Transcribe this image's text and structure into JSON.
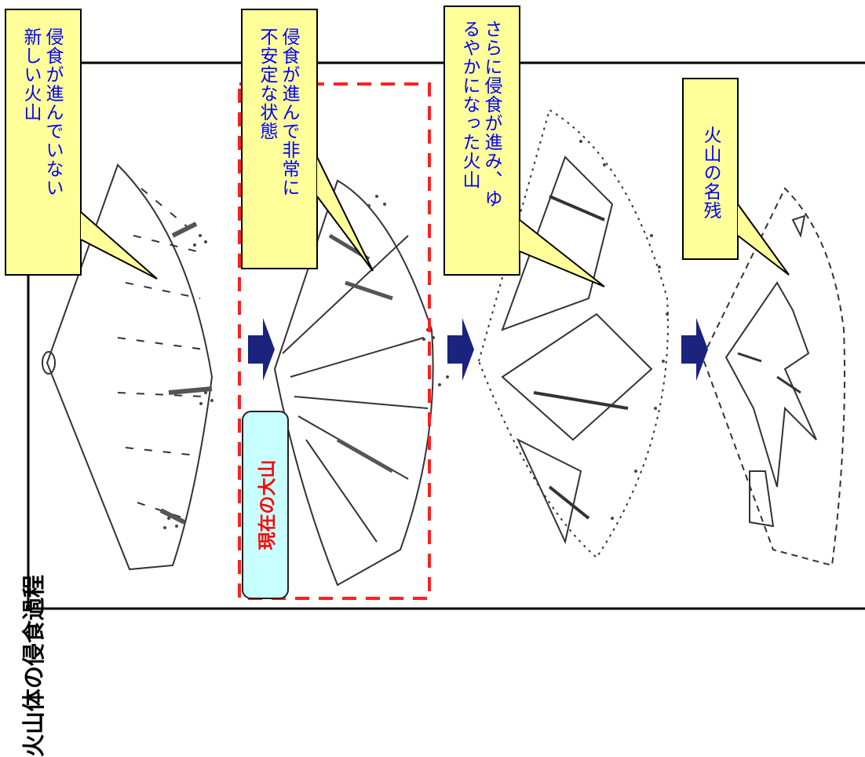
{
  "title": "火山体の侵食過程",
  "callouts": [
    {
      "id": "stage1",
      "lines": [
        "侵食が進んでいない",
        "新しい火山"
      ]
    },
    {
      "id": "stage2",
      "lines": [
        "侵食が進んで非常に",
        "不安定な状態"
      ]
    },
    {
      "id": "stage3",
      "lines": [
        "さらに侵食が進み、ゆ",
        "るやかになった火山"
      ]
    },
    {
      "id": "stage4",
      "lines": [
        "火山の名残"
      ]
    }
  ],
  "current_label": "現在の大山",
  "colors": {
    "callout_fill": "#ffff99",
    "callout_text": "#0000ff",
    "arrow": "#1a237e",
    "dashed_box": "#ff2020",
    "label_fill": "#c8ffff",
    "label_text": "#ff0000"
  }
}
